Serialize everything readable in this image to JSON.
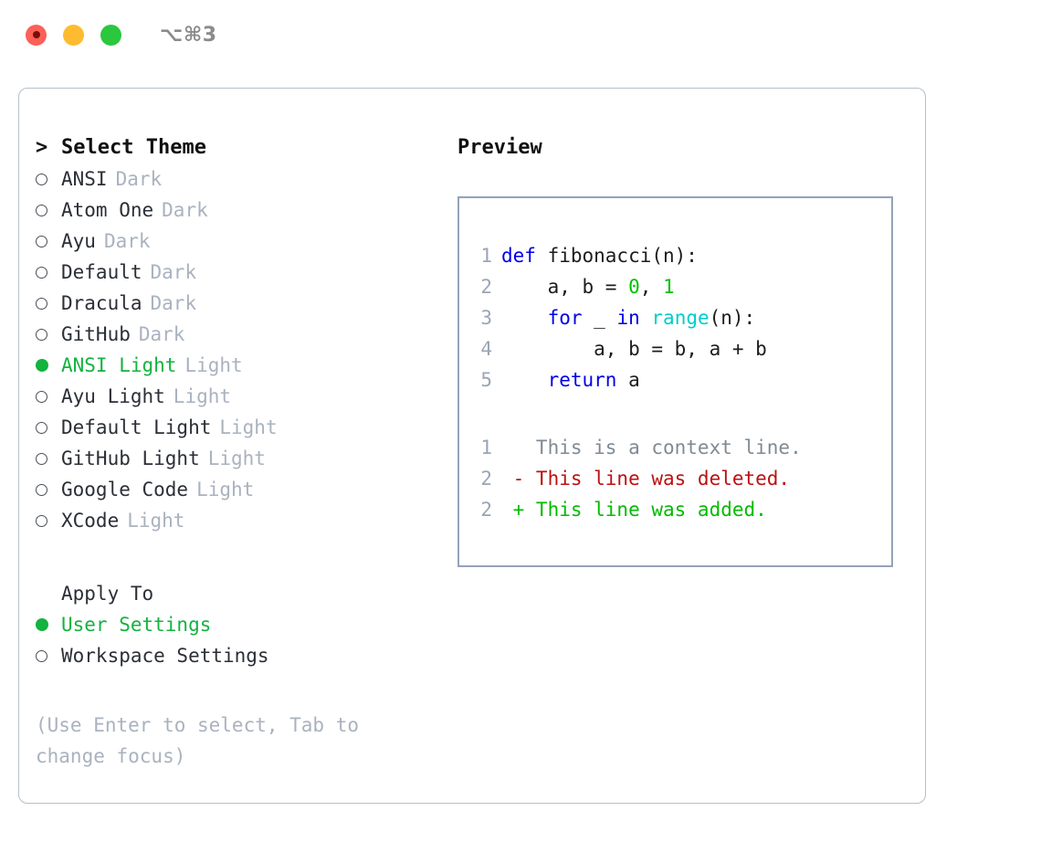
{
  "titlebar": {
    "shortcut": "⌥⌘3",
    "buttons": [
      "close",
      "minimize",
      "maximize"
    ]
  },
  "left": {
    "header": "Select Theme",
    "caret": ">",
    "themes": [
      {
        "name": "ANSI",
        "variant": "Dark",
        "selected": false
      },
      {
        "name": "Atom One",
        "variant": "Dark",
        "selected": false
      },
      {
        "name": "Ayu",
        "variant": "Dark",
        "selected": false
      },
      {
        "name": "Default",
        "variant": "Dark",
        "selected": false
      },
      {
        "name": "Dracula",
        "variant": "Dark",
        "selected": false
      },
      {
        "name": "GitHub",
        "variant": "Dark",
        "selected": false
      },
      {
        "name": "ANSI Light",
        "variant": "Light",
        "selected": true
      },
      {
        "name": "Ayu Light",
        "variant": "Light",
        "selected": false
      },
      {
        "name": "Default Light",
        "variant": "Light",
        "selected": false
      },
      {
        "name": "GitHub Light",
        "variant": "Light",
        "selected": false
      },
      {
        "name": "Google Code",
        "variant": "Light",
        "selected": false
      },
      {
        "name": "XCode",
        "variant": "Light",
        "selected": false
      }
    ],
    "apply_header": "Apply To",
    "apply_options": [
      {
        "name": "User Settings",
        "selected": true
      },
      {
        "name": "Workspace Settings",
        "selected": false
      }
    ],
    "hint": "(Use Enter to select, Tab to change focus)"
  },
  "right": {
    "preview_title": "Preview",
    "code": [
      {
        "n": "1",
        "tokens": [
          {
            "t": "def ",
            "c": "kw"
          },
          {
            "t": "fibonacci(n):",
            "c": "txt"
          }
        ]
      },
      {
        "n": "2",
        "tokens": [
          {
            "t": "    a, b = ",
            "c": "txt"
          },
          {
            "t": "0",
            "c": "num"
          },
          {
            "t": ", ",
            "c": "txt"
          },
          {
            "t": "1",
            "c": "num"
          }
        ]
      },
      {
        "n": "3",
        "tokens": [
          {
            "t": "    ",
            "c": "txt"
          },
          {
            "t": "for",
            "c": "kw"
          },
          {
            "t": " _ ",
            "c": "txt"
          },
          {
            "t": "in",
            "c": "kw"
          },
          {
            "t": " ",
            "c": "txt"
          },
          {
            "t": "range",
            "c": "fn"
          },
          {
            "t": "(n):",
            "c": "txt"
          }
        ]
      },
      {
        "n": "4",
        "tokens": [
          {
            "t": "        a, b = b, a + b",
            "c": "txt"
          }
        ]
      },
      {
        "n": "5",
        "tokens": [
          {
            "t": "    ",
            "c": "txt"
          },
          {
            "t": "return",
            "c": "kw"
          },
          {
            "t": " a",
            "c": "txt"
          }
        ]
      }
    ],
    "diff": [
      {
        "n": "1",
        "marker": " ",
        "text": " This is a context line.",
        "kind": "ctx"
      },
      {
        "n": "2",
        "marker": "-",
        "text": " This line was deleted.",
        "kind": "del"
      },
      {
        "n": "2",
        "marker": "+",
        "text": " This line was added.",
        "kind": "add"
      }
    ]
  },
  "colors": {
    "accent_green": "#12b33f",
    "keyword_blue": "#0000e6",
    "function_cyan": "#00cdcd",
    "number_green": "#00c000",
    "diff_delete_red": "#bb1111",
    "diff_add_green": "#00bb00",
    "muted_gray": "#aab2bf",
    "border": "#b6bfcc",
    "preview_border": "#94a3b8"
  }
}
